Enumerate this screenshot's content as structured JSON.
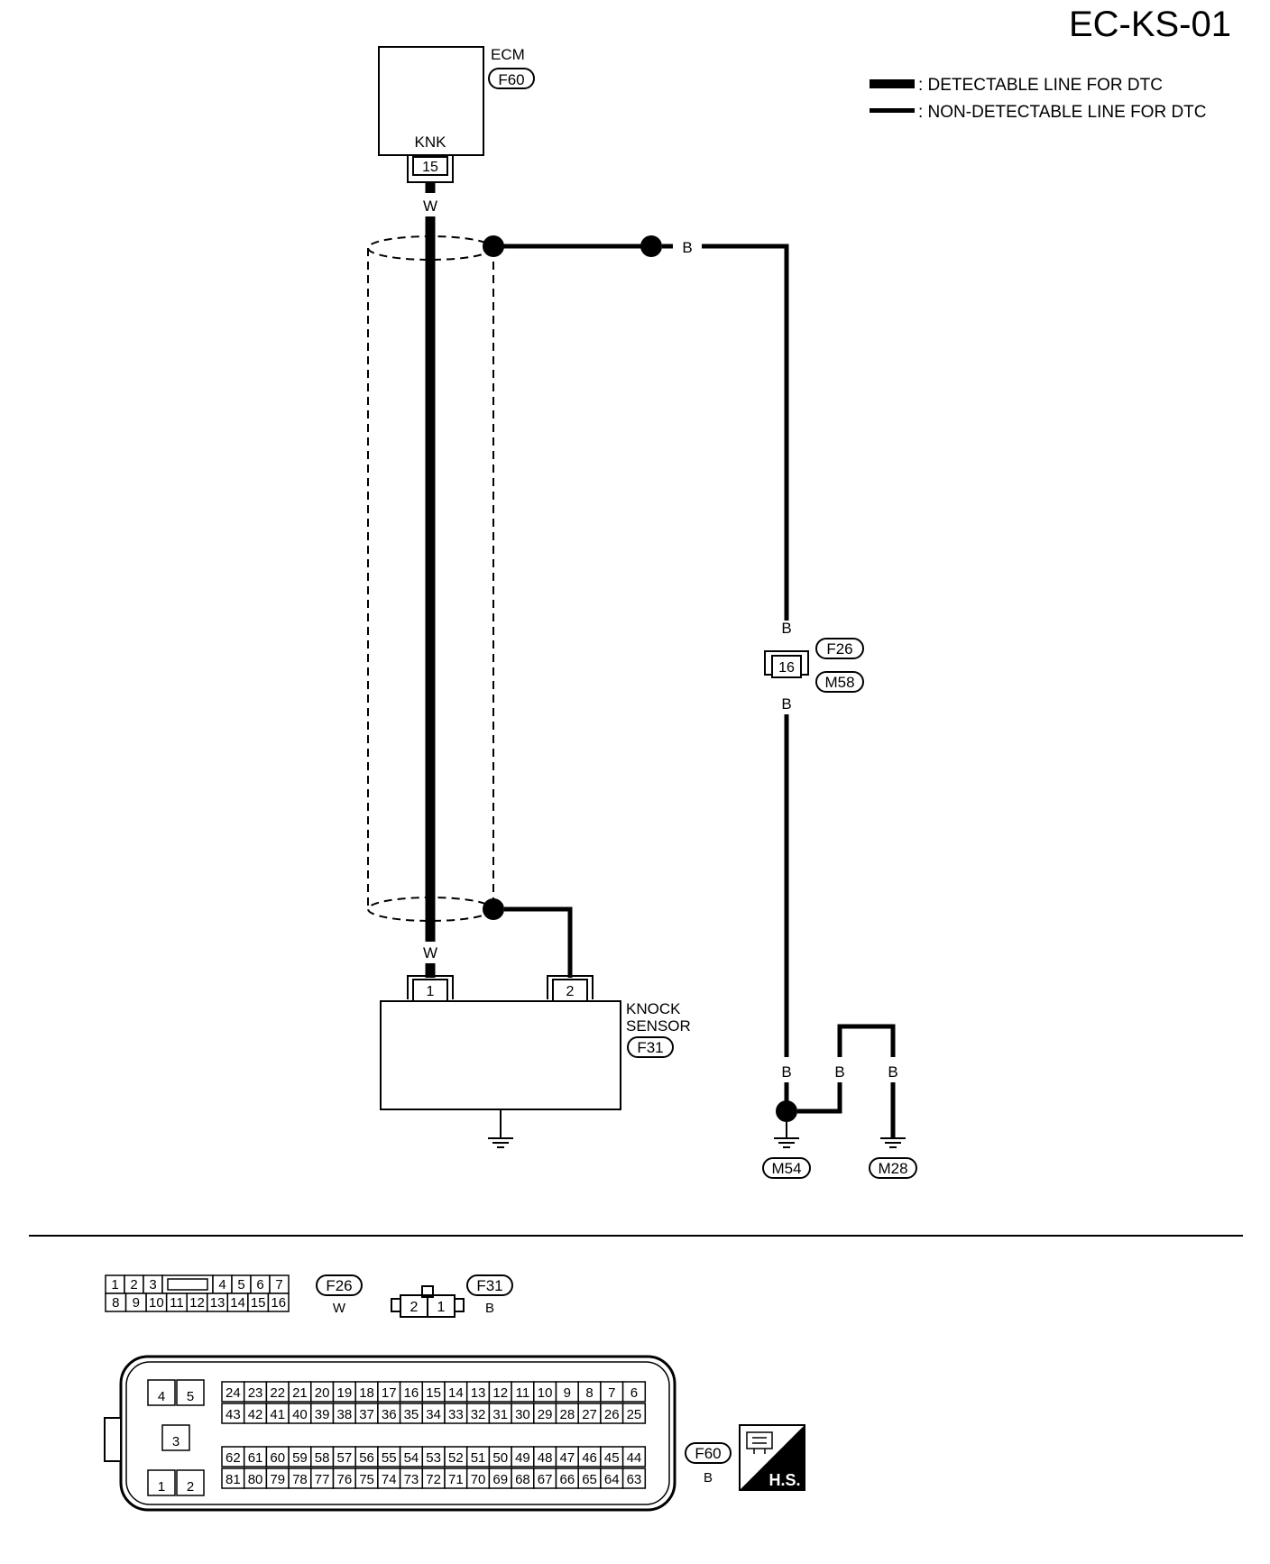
{
  "page": {
    "diagram_id": "EC-KS-01"
  },
  "legend": {
    "detectable_text": ": DETECTABLE LINE FOR DTC",
    "non_detectable_text": ": NON-DETECTABLE LINE FOR DTC"
  },
  "ecm": {
    "label": "ECM",
    "connector": "F60",
    "terminal_name": "KNK",
    "terminal_number": "15"
  },
  "wires": {
    "signal_color_top": "W",
    "signal_color_bottom": "W",
    "shield_color": "B",
    "f26_color_top": "B",
    "f26_color_bottom": "B",
    "ground_color_1": "B",
    "ground_color_2": "B",
    "ground_color_3": "B"
  },
  "relay_connector": {
    "pin": "16",
    "code_a": "F26",
    "code_b": "M58"
  },
  "knock_sensor": {
    "label_line1": "KNOCK",
    "label_line2": "SENSOR",
    "connector": "F31",
    "pin1": "1",
    "pin2": "2"
  },
  "grounds": {
    "g1": "M54",
    "g2": "M28"
  },
  "connector_views": {
    "f26": {
      "code": "F26",
      "color": "W",
      "row1": [
        "1",
        "2",
        "3",
        "",
        "4",
        "5",
        "6",
        "7"
      ],
      "row2": [
        "8",
        "9",
        "10",
        "11",
        "12",
        "13",
        "14",
        "15",
        "16"
      ]
    },
    "f31": {
      "code": "F31",
      "color": "B",
      "pins": [
        "2",
        "1"
      ]
    },
    "f60": {
      "code": "F60",
      "color": "B",
      "left_pins": [
        "4",
        "5",
        "3",
        "1",
        "2"
      ],
      "row1": [
        "24",
        "23",
        "22",
        "21",
        "20",
        "19",
        "18",
        "17",
        "16",
        "15",
        "14",
        "13",
        "12",
        "11",
        "10",
        "9",
        "8",
        "7",
        "6"
      ],
      "row2": [
        "43",
        "42",
        "41",
        "40",
        "39",
        "38",
        "37",
        "36",
        "35",
        "34",
        "33",
        "32",
        "31",
        "30",
        "29",
        "28",
        "27",
        "26",
        "25"
      ],
      "row3": [
        "62",
        "61",
        "60",
        "59",
        "58",
        "57",
        "56",
        "55",
        "54",
        "53",
        "52",
        "51",
        "50",
        "49",
        "48",
        "47",
        "46",
        "45",
        "44"
      ],
      "row4": [
        "81",
        "80",
        "79",
        "78",
        "77",
        "76",
        "75",
        "74",
        "73",
        "72",
        "71",
        "70",
        "69",
        "68",
        "67",
        "66",
        "65",
        "64",
        "63"
      ]
    },
    "hs_label": "H.S."
  }
}
